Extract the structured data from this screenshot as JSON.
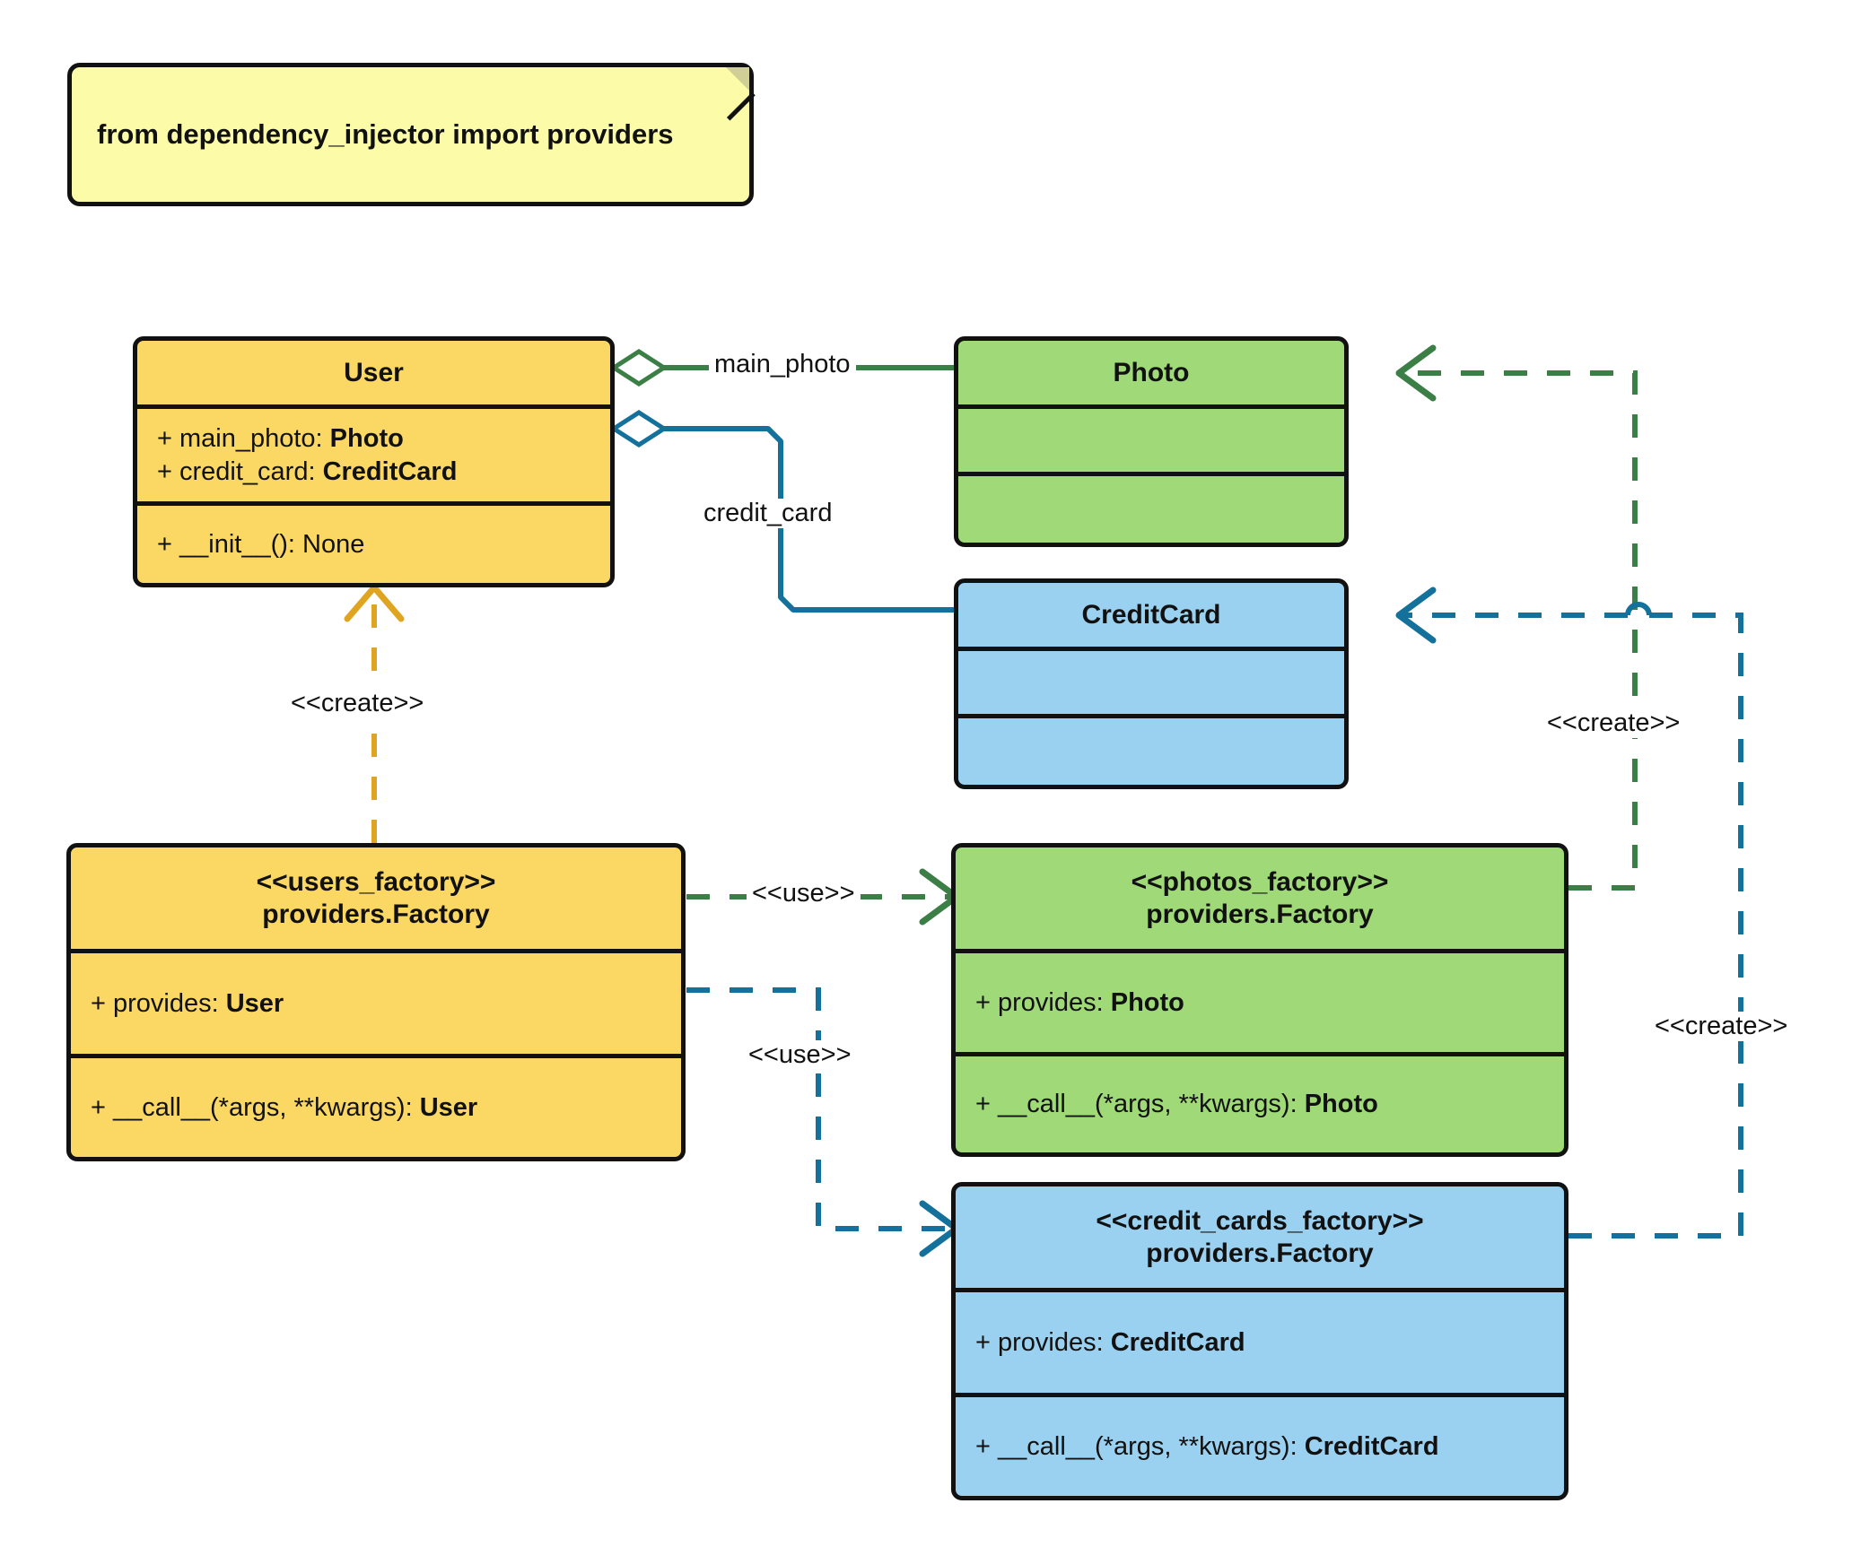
{
  "diagram": {
    "title": "dependency_injector factory providers UML class diagram",
    "type": "uml-class-diagram",
    "background": "#ffffff"
  },
  "note": {
    "text": "from dependency_injector import providers",
    "fill": "#FCFCA8",
    "border": "#111111"
  },
  "colors": {
    "yellow_fill": "#FBD864",
    "green_fill": "#A0D977",
    "blue_fill": "#9BD1F0",
    "border": "#111111",
    "green_edge": "#3C7F46",
    "blue_edge": "#13719B",
    "amber_edge": "#E0A520"
  },
  "classes": {
    "user": {
      "name": "User",
      "fill": "#FBD864",
      "attributes": [
        {
          "prefix": "+ ",
          "label": "main_photo: ",
          "type": "Photo"
        },
        {
          "prefix": "+ ",
          "label": "credit_card: ",
          "type": "CreditCard"
        }
      ],
      "methods": [
        {
          "text": "+ __init__(): None"
        }
      ]
    },
    "photo": {
      "name": "Photo",
      "fill": "#A0D977",
      "attributes": [],
      "methods": []
    },
    "credit_card": {
      "name": "CreditCard",
      "fill": "#9BD1F0",
      "attributes": [],
      "methods": []
    },
    "users_factory": {
      "stereotype": "<<users_factory>>",
      "name": "providers.Factory",
      "fill": "#FBD864",
      "provides_prefix": "+ provides: ",
      "provides_type": "User",
      "call_prefix": "+ __call__(*args, **kwargs): ",
      "call_type": "User"
    },
    "photos_factory": {
      "stereotype": "<<photos_factory>>",
      "name": "providers.Factory",
      "fill": "#A0D977",
      "provides_prefix": "+ provides: ",
      "provides_type": "Photo",
      "call_prefix": "+ __call__(*args, **kwargs): ",
      "call_type": "Photo"
    },
    "credit_cards_factory": {
      "stereotype": "<<credit_cards_factory>>",
      "name": "providers.Factory",
      "fill": "#9BD1F0",
      "provides_prefix": "+ provides: ",
      "provides_type": "CreditCard",
      "call_prefix": "+ __call__(*args, **kwargs): ",
      "call_type": "CreditCard"
    }
  },
  "edges": {
    "main_photo": {
      "label": "main_photo",
      "kind": "aggregation",
      "color": "#3C7F46",
      "from": "User",
      "to": "Photo"
    },
    "credit_card": {
      "label": "credit_card",
      "kind": "aggregation",
      "color": "#13719B",
      "from": "User",
      "to": "CreditCard"
    },
    "create_user": {
      "label": "<<create>>",
      "kind": "dependency",
      "color": "#E0A520",
      "from": "users_factory",
      "to": "User"
    },
    "use_photos": {
      "label": "<<use>>",
      "kind": "dependency",
      "color": "#3C7F46",
      "from": "users_factory",
      "to": "photos_factory"
    },
    "use_credit_cards": {
      "label": "<<use>>",
      "kind": "dependency",
      "color": "#13719B",
      "from": "users_factory",
      "to": "credit_cards_factory"
    },
    "create_photo": {
      "label": "<<create>>",
      "kind": "dependency",
      "color": "#3C7F46",
      "from": "photos_factory",
      "to": "Photo"
    },
    "create_credit_card": {
      "label": "<<create>>",
      "kind": "dependency",
      "color": "#13719B",
      "from": "credit_cards_factory",
      "to": "CreditCard"
    }
  }
}
